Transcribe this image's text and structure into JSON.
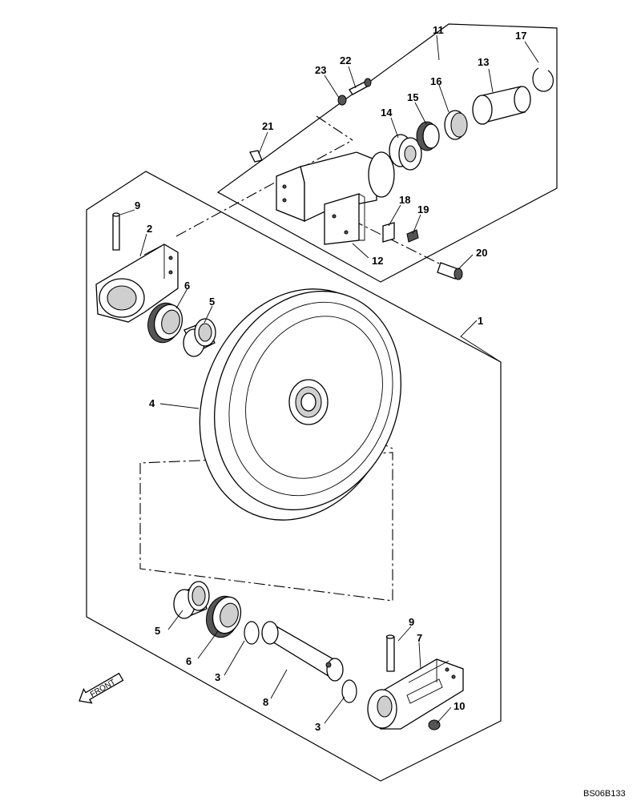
{
  "callouts": {
    "c1": "1",
    "c2": "2",
    "c3a": "3",
    "c3b": "3",
    "c4": "4",
    "c5a": "5",
    "c5b": "5",
    "c6a": "6",
    "c6b": "6",
    "c7": "7",
    "c8": "8",
    "c9a": "9",
    "c9b": "9",
    "c10": "10",
    "c11": "11",
    "c12": "12",
    "c13": "13",
    "c14": "14",
    "c15": "15",
    "c16": "16",
    "c17": "17",
    "c18": "18",
    "c19": "19",
    "c20": "20",
    "c21": "21",
    "c22": "22",
    "c23": "23"
  },
  "front_label": "FRONT",
  "drawing_ref": "BS06B133"
}
